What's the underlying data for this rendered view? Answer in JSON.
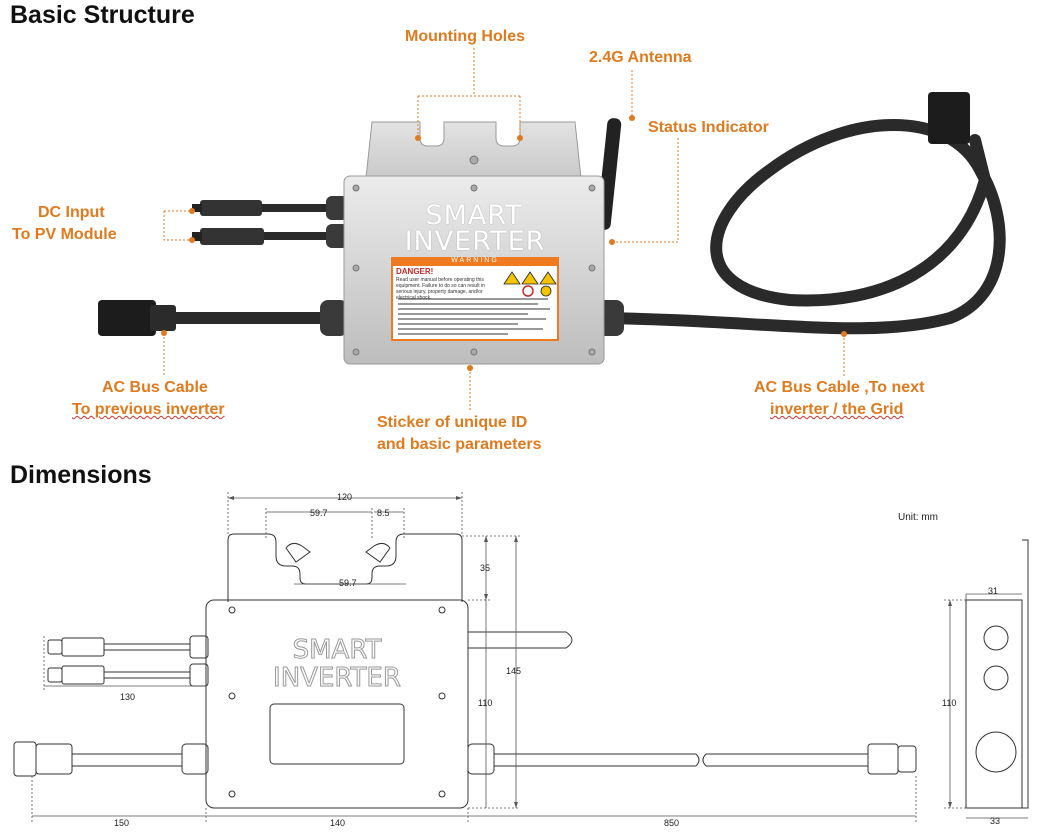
{
  "sections": {
    "structure_title": "Basic Structure",
    "dimensions_title": "Dimensions"
  },
  "callouts": {
    "mounting_holes": "Mounting Holes",
    "antenna": "2.4G Antenna",
    "status_indicator": "Status Indicator",
    "dc_input_line1": "DC Input",
    "dc_input_line2": "To PV Module",
    "ac_prev_line1": "AC Bus Cable",
    "ac_prev_line2": "To previous inverter",
    "sticker_line1": "Sticker of unique ID",
    "sticker_line2": "and basic parameters",
    "ac_next_line1": "AC Bus Cable ,To next",
    "ac_next_line2": "inverter / the Grid"
  },
  "device": {
    "brand_line1": "SMART",
    "brand_line2": "INVERTER",
    "warning": "WARNING",
    "danger": "DANGER!",
    "danger_text": "Read user manual before operating this equipment. Failure to do so can result in serious injury, property damage, and/or electrical shock."
  },
  "dimensions": {
    "unit": "Unit: mm",
    "width_top": "120",
    "hole_spacing_top": "59.7",
    "slot_width": "8.5",
    "hole_spacing_bottom": "59.7",
    "ear_height": "35",
    "total_height": "145",
    "body_height": "110",
    "dc_cable": "130",
    "ac_cable_left": "150",
    "body_width": "140",
    "ac_cable_right": "850",
    "side_top_width": "31",
    "side_height": "110",
    "side_bottom_width": "33"
  },
  "colors": {
    "callout": "#e07a1e",
    "device_body": "#d9d9d9",
    "sticker": "#f07a20",
    "cable": "#2a2a2a"
  }
}
